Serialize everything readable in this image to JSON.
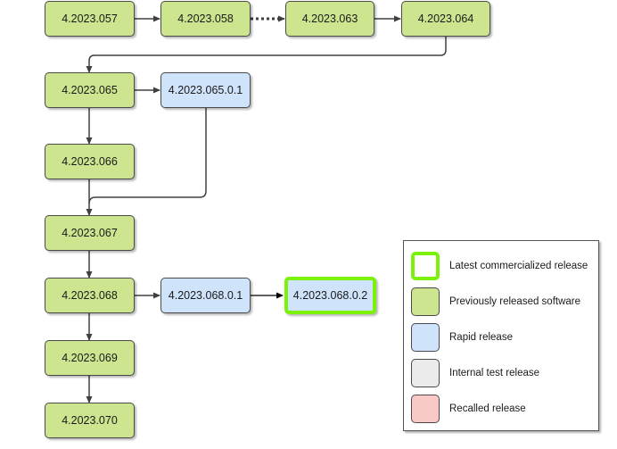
{
  "nodes": {
    "v057": "4.2023.057",
    "v058": "4.2023.058",
    "v063": "4.2023.063",
    "v064": "4.2023.064",
    "v065": "4.2023.065",
    "v065_0_1": "4.2023.065.0.1",
    "v066": "4.2023.066",
    "v067": "4.2023.067",
    "v068": "4.2023.068",
    "v068_0_1": "4.2023.068.0.1",
    "v068_0_2": "4.2023.068.0.2",
    "v069": "4.2023.069",
    "v070": "4.2023.070"
  },
  "legend": {
    "latest": "Latest commercialized release",
    "released": "Previously released software",
    "rapid": "Rapid release",
    "internal": "Internal test release",
    "recalled": "Recalled release"
  },
  "colors": {
    "released_fill": "#cde58f",
    "rapid_fill": "#cfe3fb",
    "internal_fill": "#ebebeb",
    "recalled_fill": "#f9c9c7",
    "latest_border": "#7cf20a",
    "edge": "#404040"
  }
}
